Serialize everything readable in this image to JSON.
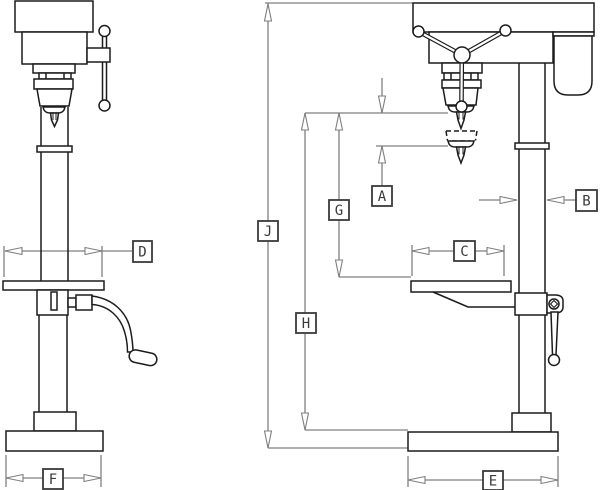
{
  "dimension_labels": {
    "A": "A",
    "B": "B",
    "C": "C",
    "D": "D",
    "E": "E",
    "F": "F",
    "G": "G",
    "H": "H",
    "J": "J"
  }
}
